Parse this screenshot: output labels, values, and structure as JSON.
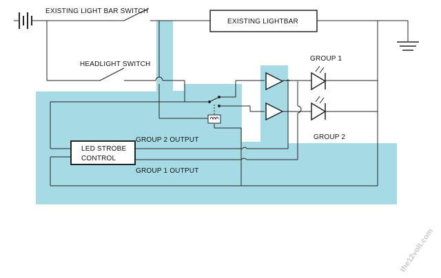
{
  "colors": {
    "highlight": "#a6dbe6",
    "wire": "#222222",
    "background": "#ffffff",
    "watermark": "#cfcfcf"
  },
  "labels": {
    "existing_switch": "EXISTING LIGHT BAR SWITCH",
    "existing_lightbar": "EXISTING LIGHTBAR",
    "headlight_switch": "HEADLIGHT SWITCH",
    "group1": "GROUP 1",
    "group2": "GROUP 2",
    "group2_output": "GROUP 2 OUTPUT",
    "group1_output": "GROUP 1 OUTPUT",
    "strobe_line1": "LED STROBE",
    "strobe_line2": "CONTROL"
  },
  "watermark": "the12volt.com",
  "icons": [
    "battery-icon",
    "ground-icon",
    "amplifier-icon",
    "led-icon",
    "relay-icon",
    "switch-icon"
  ]
}
